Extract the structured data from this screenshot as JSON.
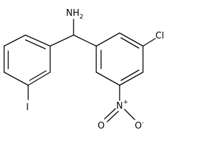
{
  "molecule": {
    "atoms": {
      "amine": {
        "symbol": "NH",
        "subscript": "2"
      },
      "chlorine": {
        "symbol": "Cl"
      },
      "iodine": {
        "symbol": "I"
      },
      "nitro_nitrogen": {
        "symbol": "N",
        "charge": "+"
      },
      "nitro_oxygen_left": {
        "symbol": "O"
      },
      "nitro_oxygen_right": {
        "symbol": "O",
        "charge": "-"
      }
    }
  }
}
